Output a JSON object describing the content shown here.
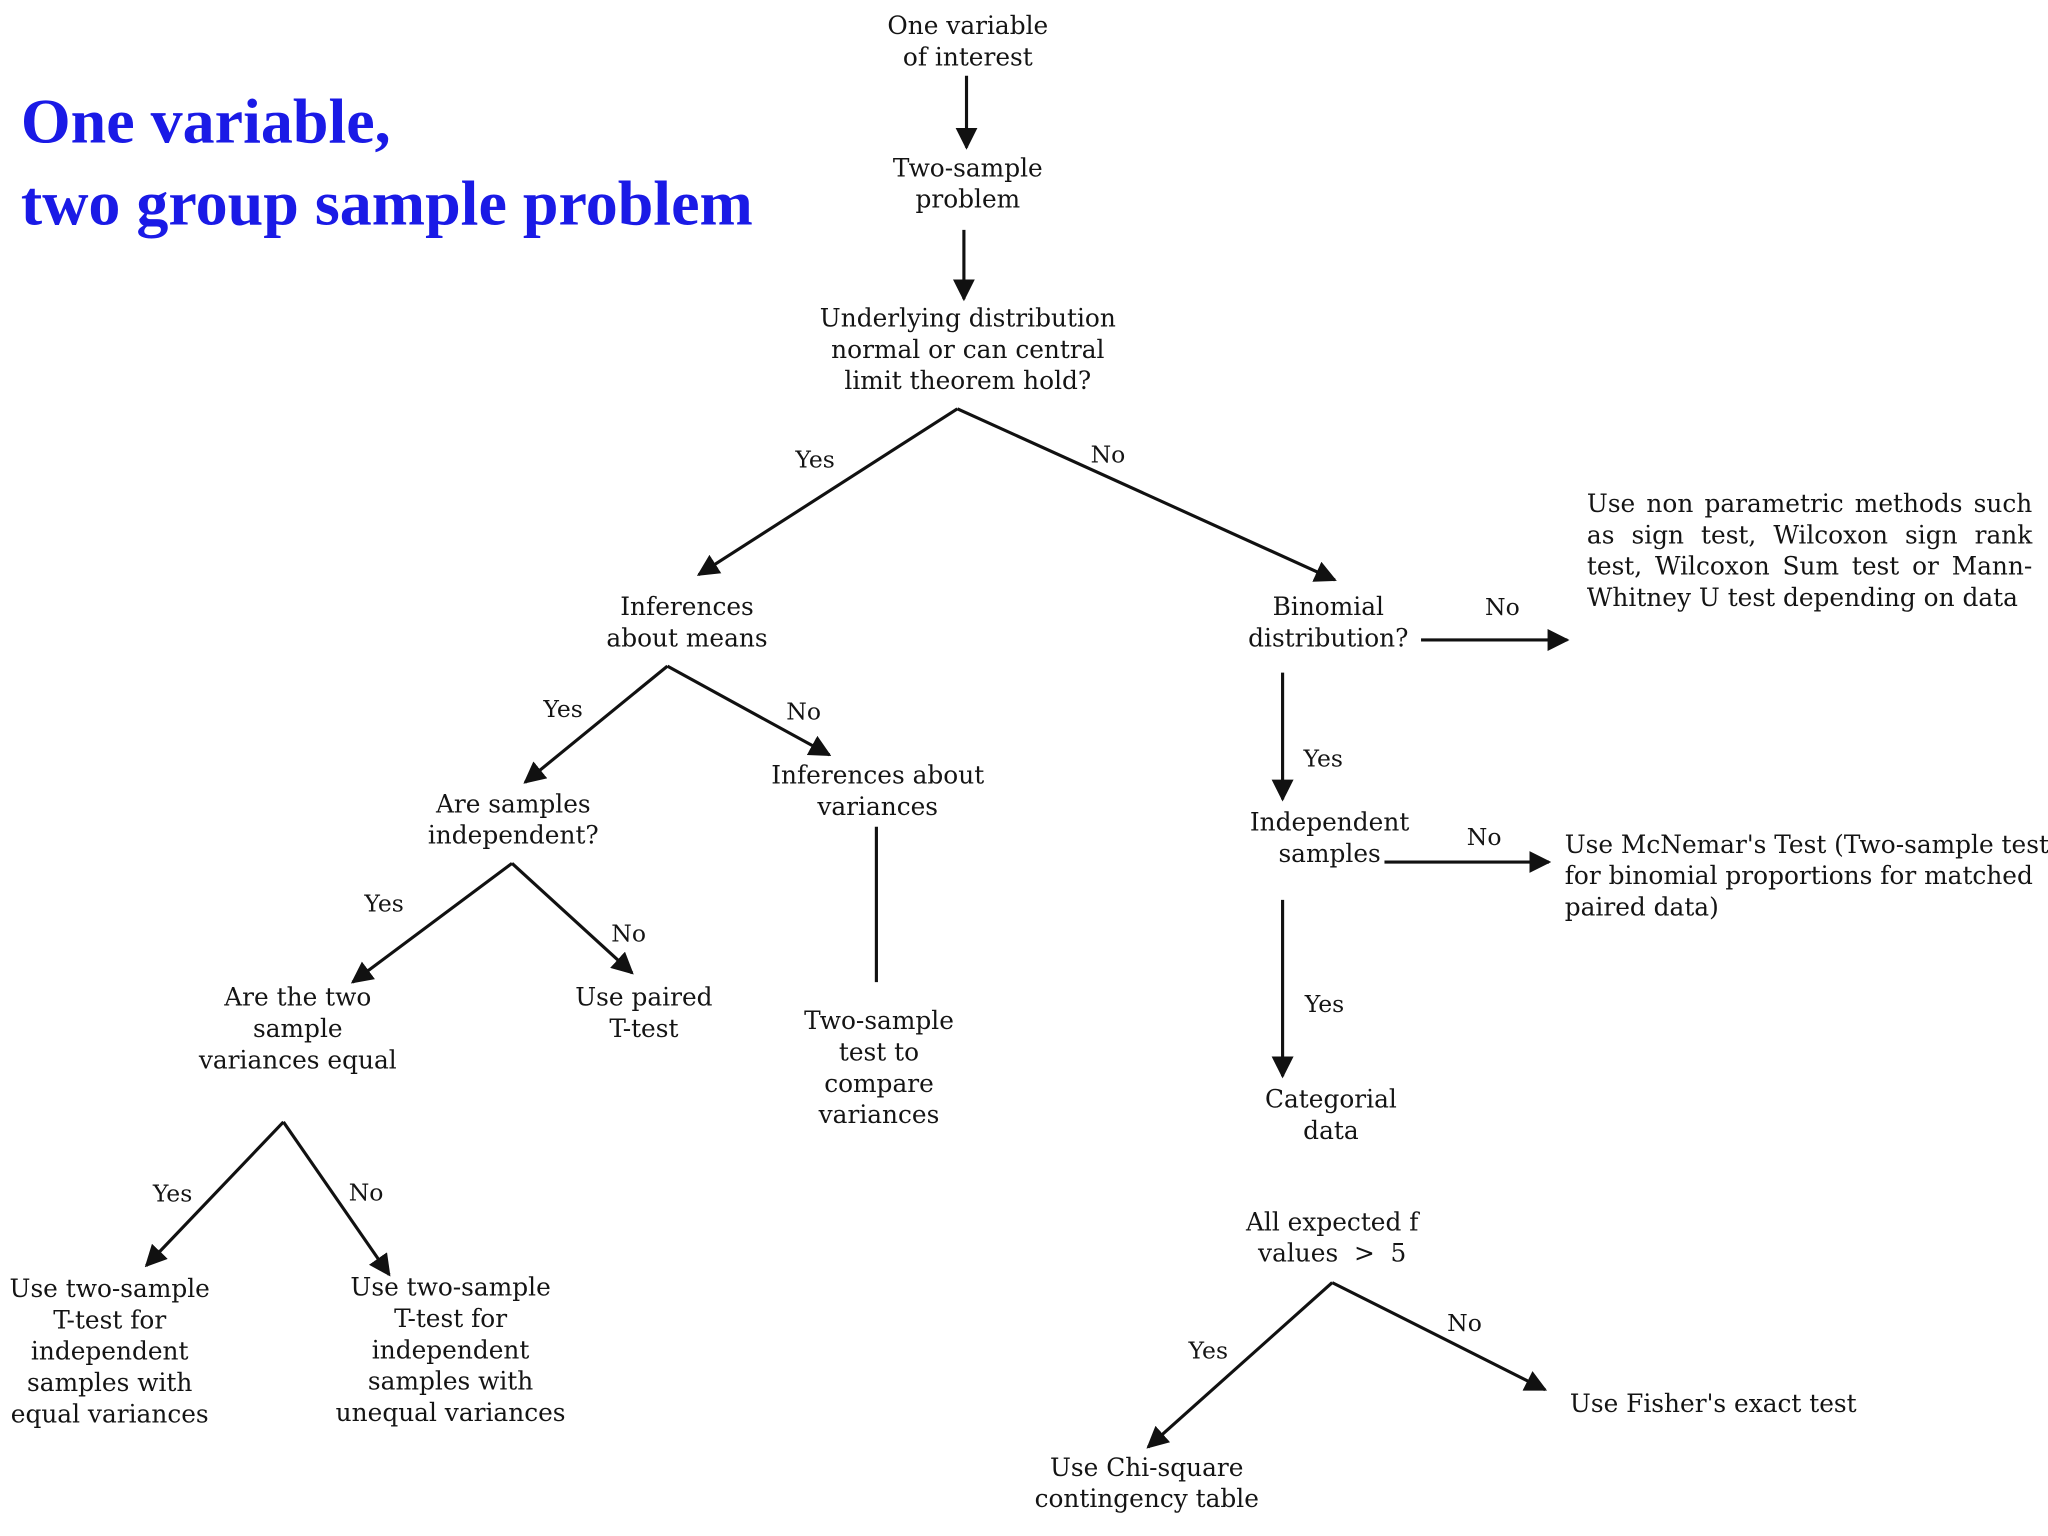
{
  "title": {
    "line1": "One variable,",
    "line2": "two group sample problem"
  },
  "colors": {
    "title": "#1a1ae6",
    "text": "#141414",
    "background": "#ffffff"
  },
  "nodes": {
    "start": "One variable\nof interest",
    "two_sample": "Two-sample\nproblem",
    "underlying": "Underlying distribution\nnormal or can central\nlimit theorem hold?",
    "inferences_means": "Inferences\nabout means",
    "binomial": "Binomial\ndistribution?",
    "nonparametric": "Use non parametric methods such as sign test, Wilcoxon sign rank test, Wilcoxon Sum test or Mann-Whitney U test depending on data",
    "samples_independent": "Are samples\nindependent?",
    "inferences_variances": "Inferences about\nvariances",
    "independent_samples": "Independent\nsamples",
    "mcnemar": "Use McNemar's Test (Two-sample test\nfor binomial proportions for matched\npaired data)",
    "variances_equal": "Are the two\nsample\nvariances equal",
    "paired_t": "Use paired\nT-test",
    "two_sample_variances": "Two-sample\ntest to\ncompare\nvariances",
    "categorial": "Categorial\ndata",
    "equal_var_t": "Use two-sample\nT-test for\nindependent\nsamples with\nequal variances",
    "unequal_var_t": "Use two-sample\nT-test for\nindependent\nsamples with\nunequal variances",
    "expected_f": "All expected f\nvalues  >  5",
    "chi_square": "Use Chi-square\ncontingency table",
    "fisher": "Use Fisher's exact test"
  },
  "edge_labels": {
    "underlying_yes": "Yes",
    "underlying_no": "No",
    "binomial_no": "No",
    "binomial_yes": "Yes",
    "means_yes": "Yes",
    "means_no": "No",
    "indep_no": "No",
    "indep_yes": "Yes",
    "samples_yes": "Yes",
    "samples_no": "No",
    "variances_yes": "Yes",
    "variances_no": "No",
    "expected_yes": "Yes",
    "expected_no": "No"
  }
}
